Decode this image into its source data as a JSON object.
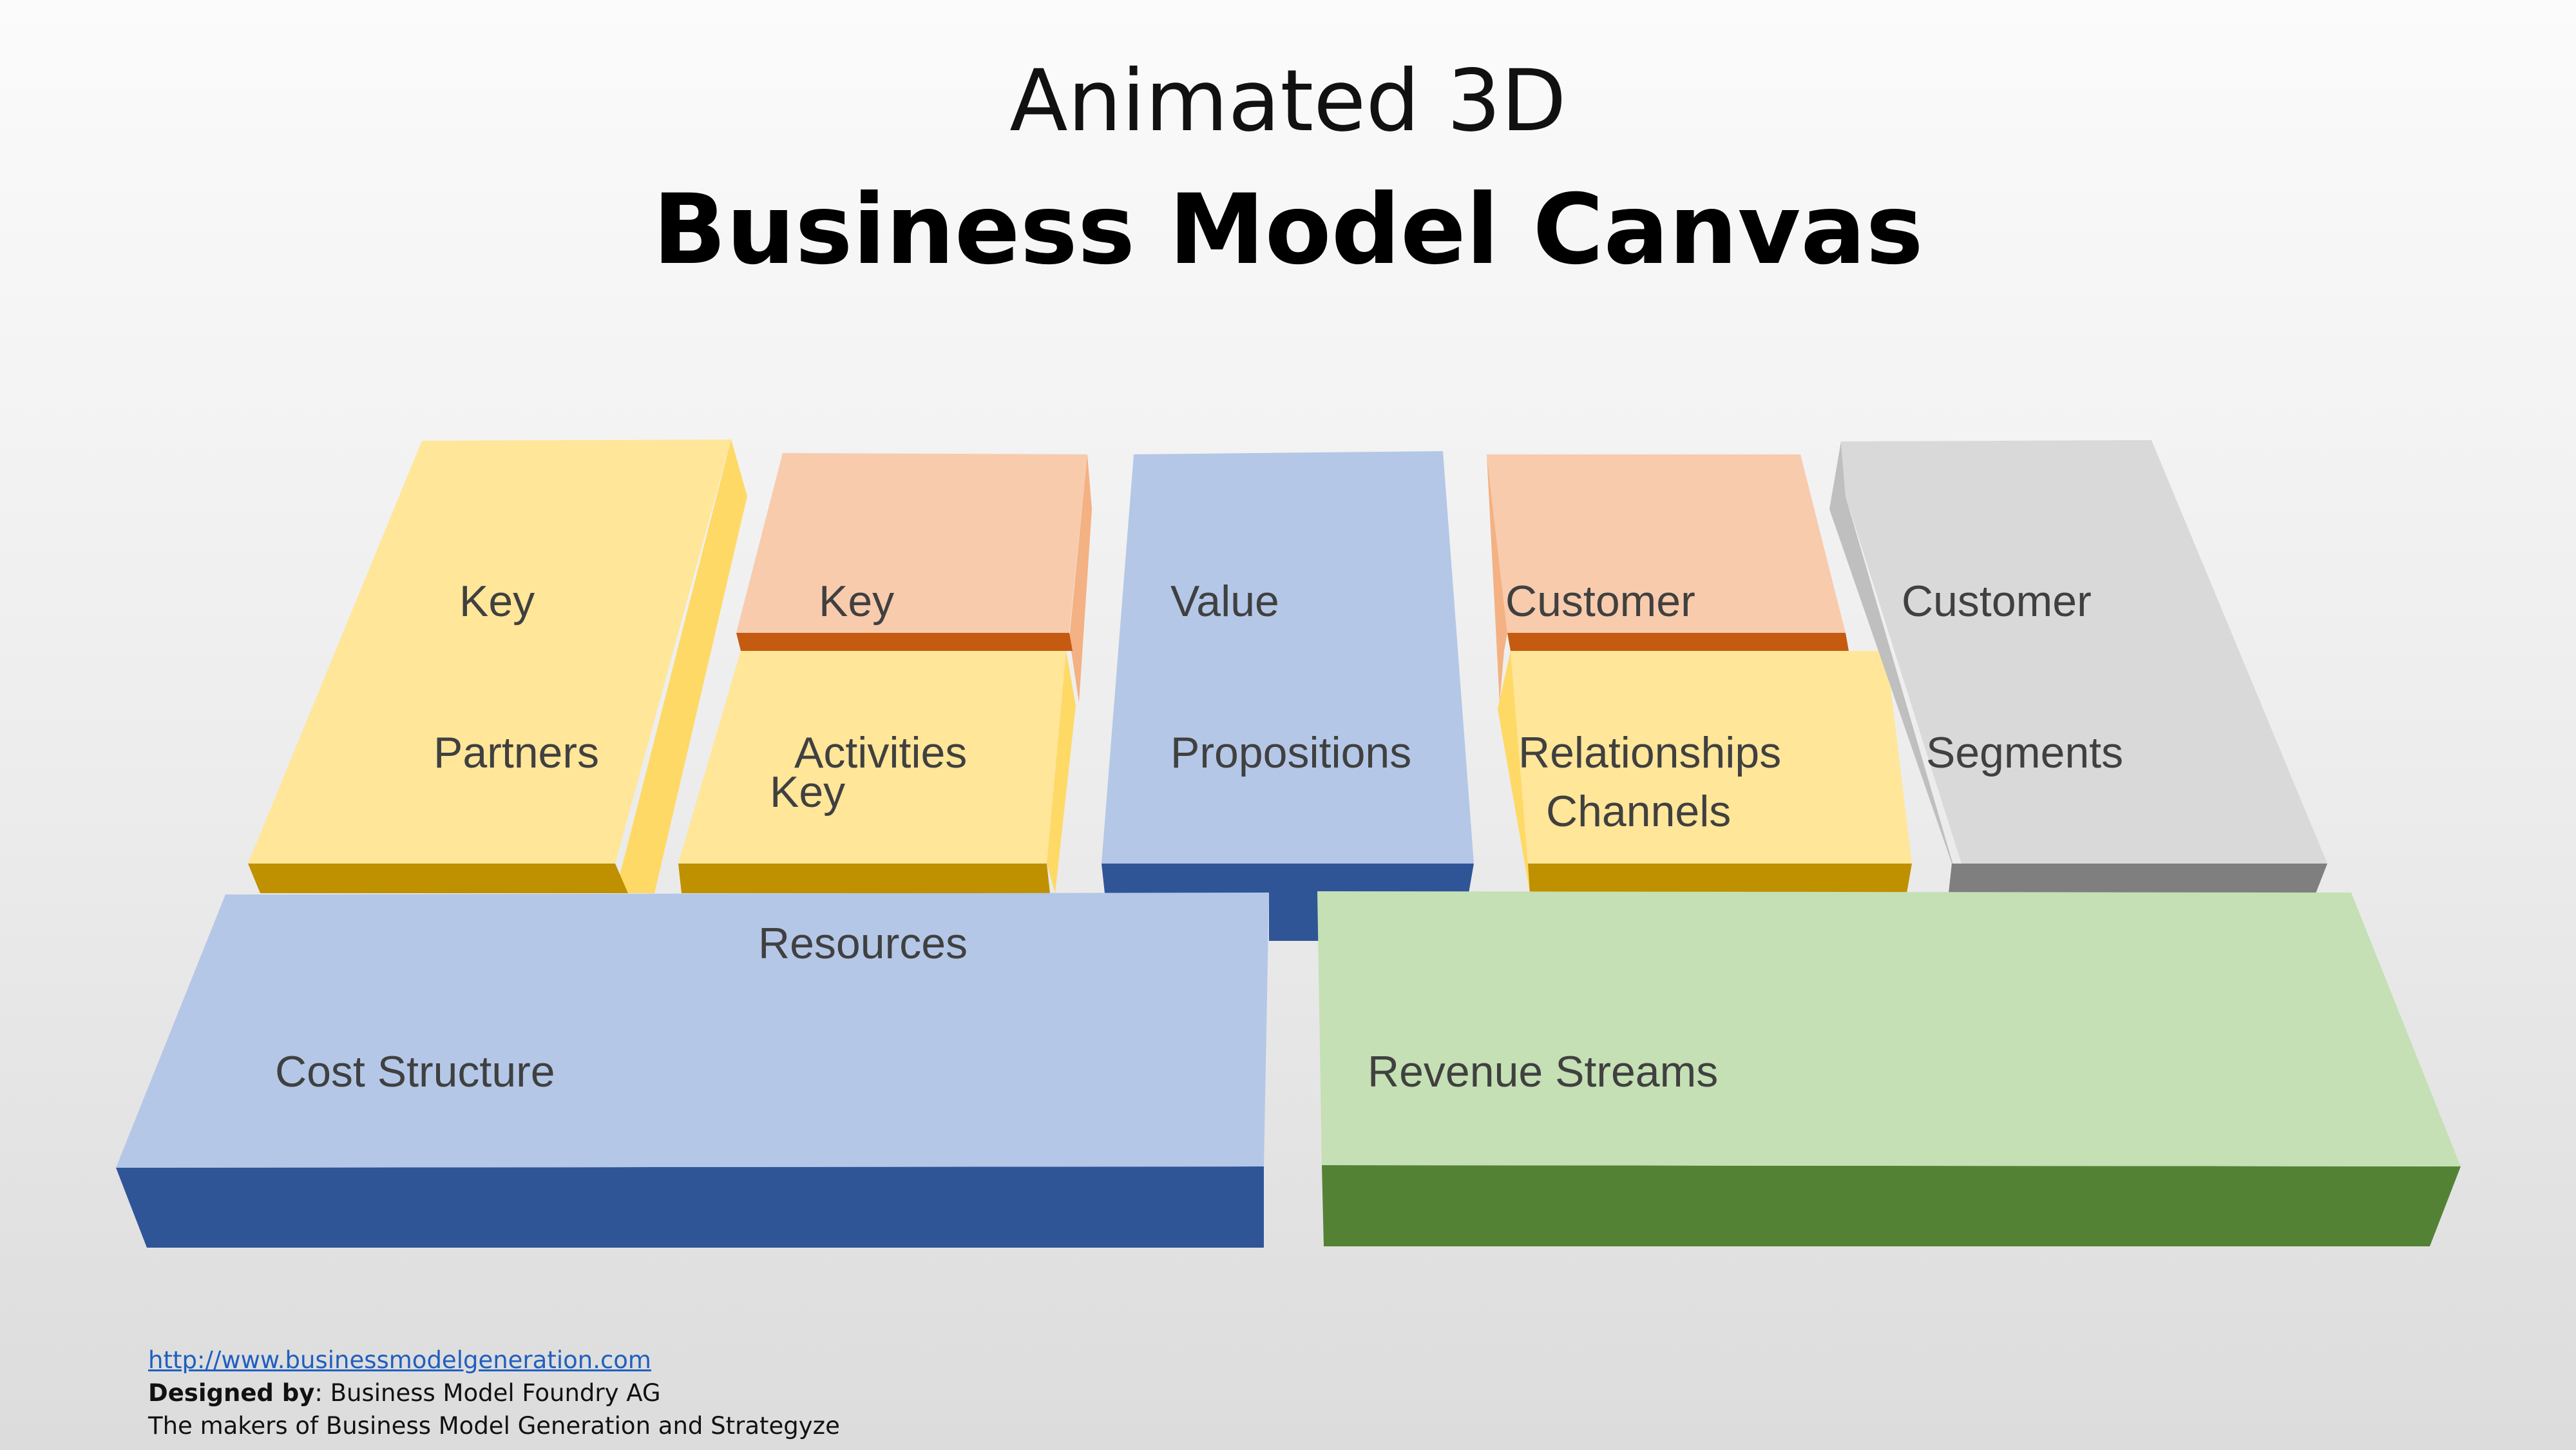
{
  "title": {
    "line1": "Animated 3D",
    "line2": "Business Model Canvas"
  },
  "blocks": {
    "key_partners": {
      "line1": "Key",
      "line2": "Partners"
    },
    "key_activities": {
      "line1": "Key",
      "line2": "Activities"
    },
    "key_resources": {
      "line1": "Key",
      "line2": "Resources"
    },
    "value_propositions": {
      "line1": "Value",
      "line2": "Propositions"
    },
    "customer_relationships": {
      "line1": "Customer",
      "line2": "Relationships"
    },
    "channels": {
      "line1": "Channels"
    },
    "customer_segments": {
      "line1": "Customer",
      "line2": "Segments"
    },
    "cost_structure": {
      "line1": "Cost Structure"
    },
    "revenue_streams": {
      "line1": "Revenue Streams"
    }
  },
  "colors": {
    "yellow_top": "#ffe699",
    "yellow_side": "#ffd966",
    "yellow_front": "#bf9000",
    "orange_top": "#f8cbad",
    "orange_side": "#f4b183",
    "orange_front": "#c55a11",
    "blue_top": "#b4c7e7",
    "blue_front": "#2f5597",
    "grey_top": "#d9d9d9",
    "grey_side": "#bfbfbf",
    "grey_front": "#7f7f7f",
    "green_top": "#c5e0b4",
    "green_front": "#548235",
    "text": "#404040"
  },
  "footer": {
    "link": "http://www.businessmodelgeneration.com",
    "designed_by_label": "Designed by",
    "designed_by_value": ": Business Model Foundry AG",
    "makers_line": "The makers of Business Model Generation and Strategyze"
  }
}
